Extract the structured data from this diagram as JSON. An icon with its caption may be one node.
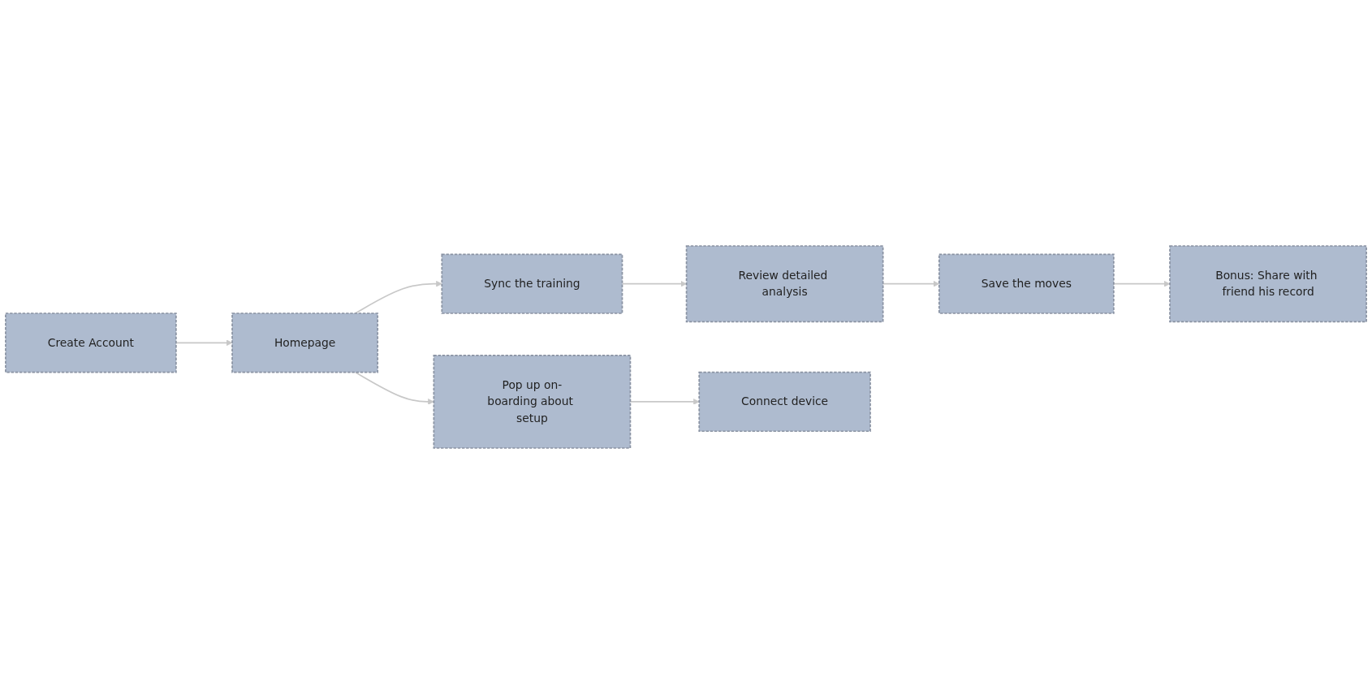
{
  "diagram": {
    "nodes": [
      {
        "text": [
          "Create Account"
        ]
      },
      {
        "text": [
          "Homepage"
        ]
      },
      {
        "text": [
          "Sync the training"
        ]
      },
      {
        "text": [
          "Pop up on-boarding about setup"
        ]
      },
      {
        "text": [
          "Review detailed analysis"
        ]
      },
      {
        "text": [
          "Save the moves"
        ]
      },
      {
        "text": [
          "Connect device"
        ]
      },
      {
        "text": [
          "Bonus: Share with friend his record"
        ]
      }
    ],
    "edges": [
      {
        "from": 0,
        "to": 1,
        "arrow": "to"
      },
      {
        "from": 1,
        "to": 2,
        "arrow": "to"
      },
      {
        "from": 1,
        "to": 3,
        "arrow": "to"
      },
      {
        "from": 2,
        "to": 4,
        "arrow": "to"
      },
      {
        "from": 3,
        "to": 6,
        "arrow": "to"
      },
      {
        "from": 4,
        "to": 5,
        "arrow": "to"
      },
      {
        "from": 5,
        "to": 7,
        "arrow": "to"
      }
    ]
  }
}
